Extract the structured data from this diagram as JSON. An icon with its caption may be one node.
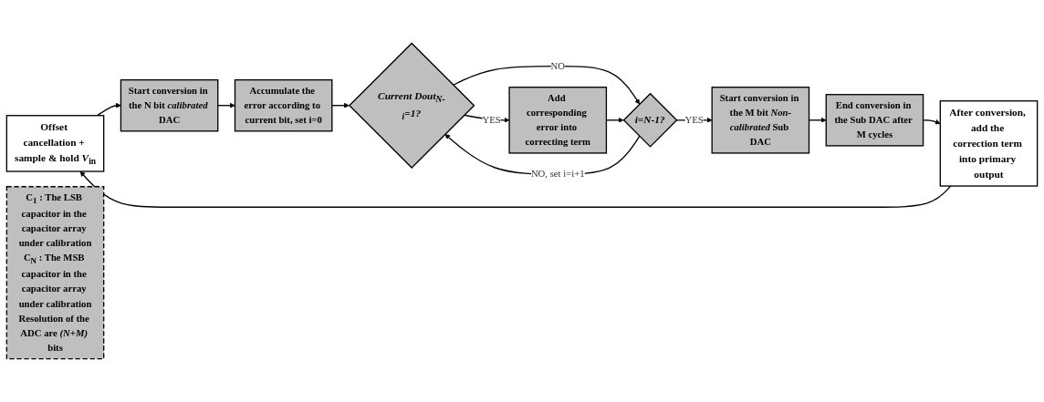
{
  "diagram": {
    "nodes": [
      {
        "text": [
          "Offset cancellation + sample & hold *V*$_{in}$"
        ]
      },
      {
        "text": [
          "After conversion, add the correction term into primary output"
        ]
      },
      {
        "text": [
          "C$_{1}$ : The LSB capacitor in the capacitor array under calibration",
          "C$_{N}$ : The MSB capacitor in the capacitor array under calibration",
          "Resolution of the ADC are *(N+M)* bits"
        ]
      },
      {
        "text": [
          "Start conversion in the N bit *calibrated* DAC"
        ]
      },
      {
        "text": [
          "End conversion in the Sub DAC after M cycles"
        ]
      },
      {
        "text": [
          "Accumulate the error according to current bit, set i=0"
        ]
      },
      {
        "text": [
          "Current Dout$_{N-i}$=1?"
        ]
      },
      {
        "text": [
          "Add corresponding error into correcting term"
        ]
      },
      {
        "text": [
          "i=N-1?"
        ]
      },
      {
        "text": [
          "Start conversion in the M bit *Non-calibrated* Sub DAC"
        ]
      }
    ],
    "edges": [
      {
        "from": 0,
        "to": 3,
        "arrow": "to"
      },
      {
        "from": 3,
        "to": 5,
        "arrow": "to"
      },
      {
        "from": 5,
        "to": 6,
        "arrow": "to"
      },
      {
        "from": 6,
        "to": 7,
        "arrow": "to",
        "label": "YES"
      },
      {
        "from": 6,
        "to": 8,
        "arrow": "to",
        "label": "NO"
      },
      {
        "from": 7,
        "to": 8,
        "arrow": "to"
      },
      {
        "from": 8,
        "to": 6,
        "arrow": "to",
        "label": "NO, set i=i+1"
      },
      {
        "from": 8,
        "to": 9,
        "arrow": "to",
        "label": "YES"
      },
      {
        "from": 9,
        "to": 4,
        "arrow": "to"
      },
      {
        "from": 4,
        "to": 1,
        "arrow": "to"
      },
      {
        "from": 1,
        "to": 0,
        "arrow": "to"
      }
    ]
  }
}
